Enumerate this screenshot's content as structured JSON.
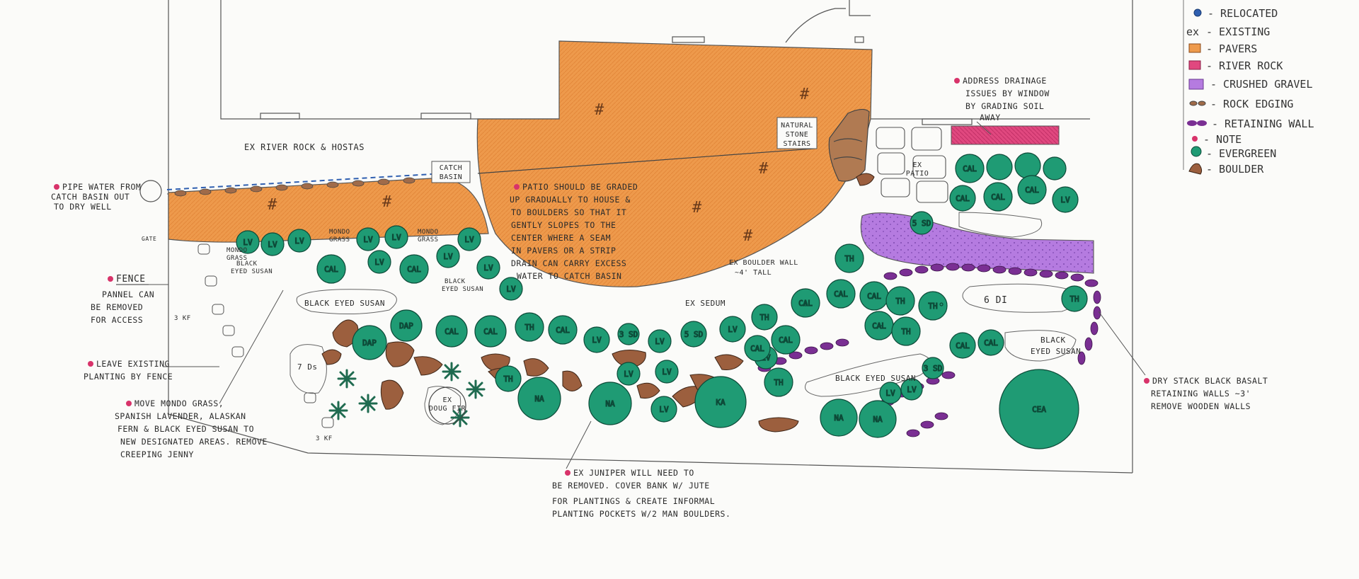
{
  "colors": {
    "paver": "#ee9a4c",
    "evergreen": "#1f9b74",
    "river_rock": "#e0487f",
    "crushed_gravel": "#b57be0",
    "retaining_wall": "#7a2f93",
    "boulder": "#9c5f3e",
    "relocated": "#2f5fb0",
    "note": "#d8336a"
  },
  "legend": [
    {
      "key": "relocated",
      "label": "- RELOCATED"
    },
    {
      "key": "existing",
      "label": "- EXISTING"
    },
    {
      "key": "pavers",
      "label": "- PAVERS"
    },
    {
      "key": "river_rock",
      "label": "- RIVER ROCK"
    },
    {
      "key": "crushed_gravel",
      "label": "- CRUSHED GRAVEL"
    },
    {
      "key": "rock_edging",
      "label": "- ROCK EDGING"
    },
    {
      "key": "retaining_wall",
      "label": "- RETAINING WALL"
    },
    {
      "key": "note",
      "label": "- NOTE"
    },
    {
      "key": "evergreen",
      "label": "- EVERGREEN"
    },
    {
      "key": "boulder",
      "label": "- BOULDER"
    }
  ],
  "labels": {
    "ex_river_rock": "EX RIVER ROCK & HOSTAS",
    "catch_basin": [
      "CATCH",
      "BASIN"
    ],
    "natural_stone_stairs": [
      "NATURAL",
      "STONE",
      "STAIRS"
    ],
    "ex_patio": [
      "EX",
      "PATIO"
    ],
    "ex_boulder_wall": [
      "EX BOULDER WALL",
      "~4' TALL"
    ],
    "ex_sedum": "EX SEDUM",
    "gate": "GATE",
    "ex_doug_fir": [
      "EX",
      "DOUG FIR"
    ],
    "black_eyed_susan": "BLACK EYED SUSAN",
    "black_eyed_susan_stack": [
      "BLACK",
      "EYED SUSAN"
    ],
    "mondo_grass": [
      "MONDO",
      "GRASS"
    ],
    "seven_ds": "7 Ds",
    "three_kf": "3 KF",
    "six_di": "6 DI",
    "five_sd": "5 SD",
    "three_sd": "3 SD",
    "hash": "#"
  },
  "plants": {
    "cal": "CAL",
    "lv": "LV",
    "dap": "DAP",
    "na": "NA",
    "ka": "KA",
    "th": "TH",
    "cea": "CEA",
    "sd": "SD"
  },
  "notes": {
    "pipe_water": [
      "PIPE WATER FROM",
      "CATCH BASIN OUT",
      "TO DRY WELL"
    ],
    "fence": [
      "FENCE",
      "PANNEL CAN",
      "BE REMOVED",
      "FOR ACCESS"
    ],
    "leave_existing": [
      "LEAVE EXISTING",
      "PLANTING BY FENCE"
    ],
    "move_mondo": [
      "MOVE MONDO GRASS,",
      "SPANISH LAVENDER, ALASKAN",
      "FERN & BLACK EYED SUSAN TO",
      "NEW DESIGNATED AREAS. REMOVE",
      "CREEPING JENNY"
    ],
    "patio_graded": [
      "PATIO SHOULD BE GRADED",
      "UP GRADUALLY TO HOUSE &",
      "TO BOULDERS SO THAT IT",
      "GENTLY SLOPES TO THE",
      "CENTER WHERE A SEAM",
      "IN PAVERS OR A STRIP",
      "DRAIN CAN CARRY EXCESS",
      "WATER TO CATCH BASIN"
    ],
    "address_drainage": [
      "ADDRESS DRAINAGE",
      "ISSUES BY WINDOW",
      "BY GRADING SOIL",
      "AWAY"
    ],
    "juniper": [
      "EX JUNIPER WILL NEED TO",
      "BE REMOVED. COVER BANK W/ JUTE",
      "FOR PLANTINGS & CREATE INFORMAL",
      "PLANTING POCKETS W/2 MAN BOULDERS."
    ],
    "dry_stack": [
      "DRY STACK BLACK BASALT",
      "RETAINING WALLS ~3'",
      "REMOVE WOODEN WALLS"
    ]
  }
}
